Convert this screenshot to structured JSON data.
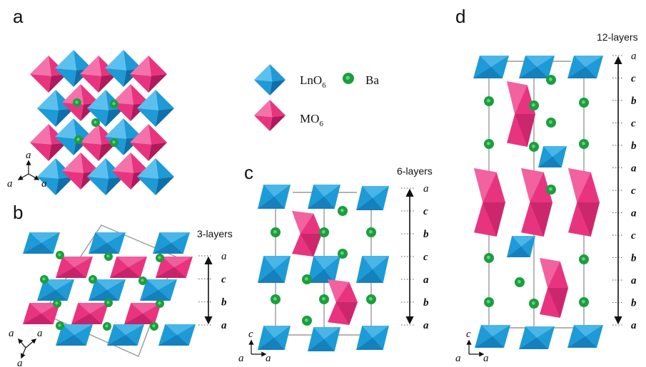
{
  "colors": {
    "ln_octahedron": "#1e9ad6",
    "ln_octahedron_dark": "#0f6fa8",
    "ln_octahedron_light": "#5cc0ee",
    "m_octahedron": "#e8347f",
    "m_octahedron_dark": "#b0195c",
    "m_octahedron_light": "#f472aa",
    "ba_atom": "#1b9e3e",
    "ba_atom_light": "#5fd27a",
    "cell_line": "#9a9a9a"
  },
  "panels": {
    "a": {
      "label": "a",
      "axes": {
        "up": "a",
        "left": "a",
        "right": "a"
      }
    },
    "b": {
      "label": "b",
      "title": "3-layers",
      "sequence": [
        "a",
        "c",
        "b",
        "a"
      ],
      "bold": [
        false,
        true,
        true,
        true
      ],
      "axes": {
        "top_left": "a",
        "top_right": "a",
        "bottom": "a"
      }
    },
    "c": {
      "label": "c",
      "title": "6-layers",
      "sequence": [
        "a",
        "c",
        "b",
        "c",
        "a",
        "b",
        "a"
      ],
      "bold": [
        false,
        true,
        true,
        true,
        true,
        true,
        true
      ],
      "axes": {
        "up": "c",
        "left": "a",
        "right": "a"
      }
    },
    "d": {
      "label": "d",
      "title": "12-layers",
      "sequence": [
        "a",
        "c",
        "b",
        "c",
        "b",
        "a",
        "c",
        "a",
        "c",
        "b",
        "a",
        "b",
        "a"
      ],
      "bold": [
        false,
        true,
        true,
        true,
        true,
        true,
        true,
        true,
        true,
        true,
        true,
        true,
        true
      ],
      "axes": {
        "up": "c",
        "left": "a",
        "right": "a"
      }
    }
  },
  "legend": {
    "ln": {
      "base": "LnO",
      "sub": "6"
    },
    "ba": "Ba",
    "m": {
      "base": "MO",
      "sub": "6"
    }
  }
}
